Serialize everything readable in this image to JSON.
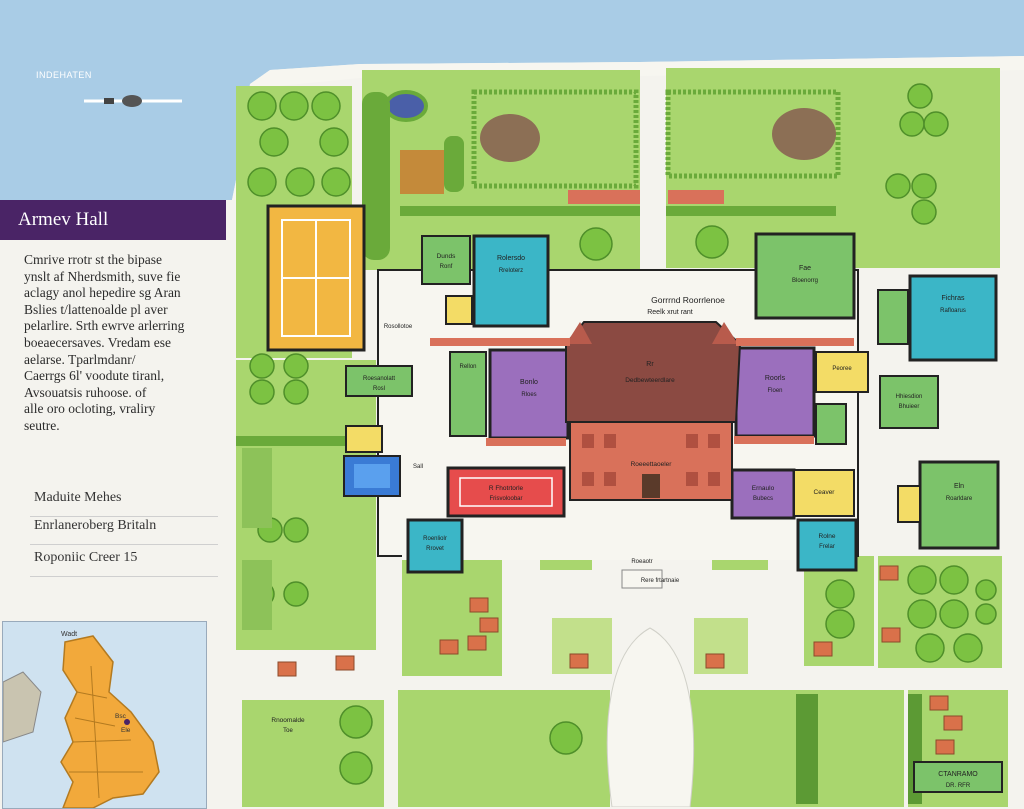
{
  "header": {
    "caption": "INDEHATEN"
  },
  "sidebar": {
    "title": "Armev Hall",
    "description_lines": [
      "Cmrive rrotr st the bipase",
      "ynslt af Nherdsmith, suve fie",
      "aclagy anol hepedire sg Aran",
      "Bslies t/lattenoalde pl aver",
      "pelarlire. Srth ewrve arlerring",
      "boeaecersaves. Vredam ese",
      "aelarse. Tparlmdanr/",
      "Caerrgs 6l' voodute tiranl,",
      "Avsouatsis ruhoose. of",
      "alle oro ocloting, vraliry",
      "seutre."
    ],
    "info": [
      "Maduite Mehes",
      "Enrlaneroberg Britaln",
      "Roponiic Creer 15"
    ],
    "minimap": {
      "top_label": "Wadt",
      "region_label": "Bsc",
      "marker_label": "Ele"
    }
  },
  "map_labels": {
    "main_house_title": "Gorrrnd Roorrlenoe",
    "main_house_subtitle": "Reelk xrut rant",
    "main_house_roof": "Rr",
    "main_house_roof_sub": "Dedbewteerdlare",
    "main_house_front": "Roeeettaoeler",
    "courtyard_label": "Rere frtartnaie",
    "rooms": [
      {
        "id": "teal-north",
        "label": "Rolersdo",
        "sub": "Rreloterz"
      },
      {
        "id": "green-north-west",
        "label": "Dunds",
        "sub": "Ronf"
      },
      {
        "id": "green-north-east",
        "label": "Fae",
        "sub": "Bloenorrg"
      },
      {
        "id": "teal-east",
        "label": "Fichras",
        "sub": "Rafloarus"
      },
      {
        "id": "purple-west",
        "label": "Bonlo",
        "sub": "Rloes"
      },
      {
        "id": "purple-east",
        "label": "Roorls",
        "sub": "Floen"
      },
      {
        "id": "green-west-small",
        "label": "Roesanolatt",
        "sub": "Rosl"
      },
      {
        "id": "green-west-mid",
        "label": "Rellon",
        "sub": ""
      },
      {
        "id": "green-east-mid",
        "label": "Hhiesdion",
        "sub": "Bhuieer"
      },
      {
        "id": "yellow-east",
        "label": "Peoree",
        "sub": ""
      },
      {
        "id": "purple-south-east",
        "label": "Ernaulo",
        "sub": "Bubecs"
      },
      {
        "id": "yellow-south",
        "label": "Ceaver",
        "sub": ""
      },
      {
        "id": "teal-south-east",
        "label": "Rolne",
        "sub": "Frelar"
      },
      {
        "id": "green-far-east",
        "label": "Eln",
        "sub": "Roarldare"
      },
      {
        "id": "teal-south-west",
        "label": "Roenliolr",
        "sub": "Rrovet"
      },
      {
        "id": "red-hall",
        "label": "R Fhotrtorle",
        "sub": "Frisvoloobar"
      },
      {
        "id": "pool",
        "label": "Sall",
        "sub": ""
      },
      {
        "id": "small-west",
        "label": "Rosollotoe",
        "sub": ""
      },
      {
        "id": "gate",
        "label": "Roeaotr",
        "sub": ""
      },
      {
        "id": "lawn-south-west",
        "label": "Rnoomalde",
        "sub": "Toe"
      },
      {
        "id": "stable",
        "label": "CTANRAMO",
        "sub": "DR. RFR"
      }
    ]
  },
  "colors": {
    "sea": "#a9cce6",
    "lawn": "#a9d66e",
    "lawn_light": "#c2e08b",
    "path": "#f7f6f0",
    "tennis": "#f2b742",
    "teal": "#3bb6c7",
    "green_room": "#7cc36a",
    "purple": "#9b6fbd",
    "yellow": "#f3dc66",
    "red": "#e64c4c",
    "brick": "#d9715a",
    "roof": "#8b4a42",
    "wall": "#222222",
    "hedge": "#6aaa3a",
    "pond": "#4a5fa8",
    "brown": "#b9794c",
    "title_bar": "#4a2466"
  }
}
